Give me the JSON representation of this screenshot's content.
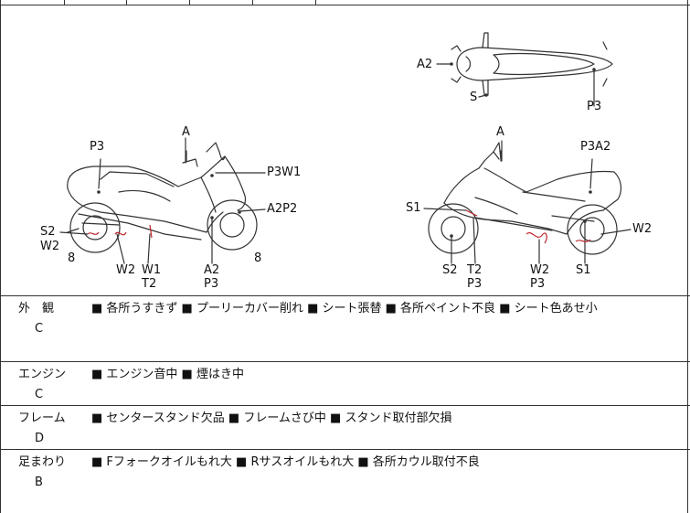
{
  "diagram": {
    "side_left_labels": {
      "a": "A",
      "p3": "P3",
      "p3w1": "P3W1",
      "a2p2": "A2P2",
      "s2": "S2",
      "w2": "W2",
      "n8a": "8",
      "w2b": "W2",
      "w1": "W1",
      "t2": "T2",
      "a2": "A2",
      "p3b": "P3",
      "n8b": "8"
    },
    "side_right_labels": {
      "a": "A",
      "p3a2": "P3A2",
      "s1": "S1",
      "w2": "W2",
      "s2": "S2",
      "t2": "T2",
      "p3": "P3",
      "w2b": "W2",
      "p3b": "P3",
      "s1b": "S1"
    },
    "top_view_labels": {
      "a2": "A2",
      "s": "S",
      "p3": "P3"
    }
  },
  "sections": [
    {
      "category": "外　観",
      "grade": "C",
      "items": "■ 各所うすきず ■ プーリーカバー削れ ■ シート張替 ■ 各所ペイント不良 ■ シート色あせ小"
    },
    {
      "category": "エンジン",
      "grade": "C",
      "items": "■ エンジン音中 ■ 煙はき中"
    },
    {
      "category": "フレーム",
      "grade": "D",
      "items": "■ センタースタンド欠品 ■ フレームさび中 ■ スタンド取付部欠損"
    },
    {
      "category": "足まわり",
      "grade": "B",
      "items": "■ Fフォークオイルもれ大 ■ Rサスオイルもれ大 ■ 各所カウル取付不良"
    }
  ],
  "colors": {
    "line": "#333333",
    "damage": "#c0262d"
  }
}
